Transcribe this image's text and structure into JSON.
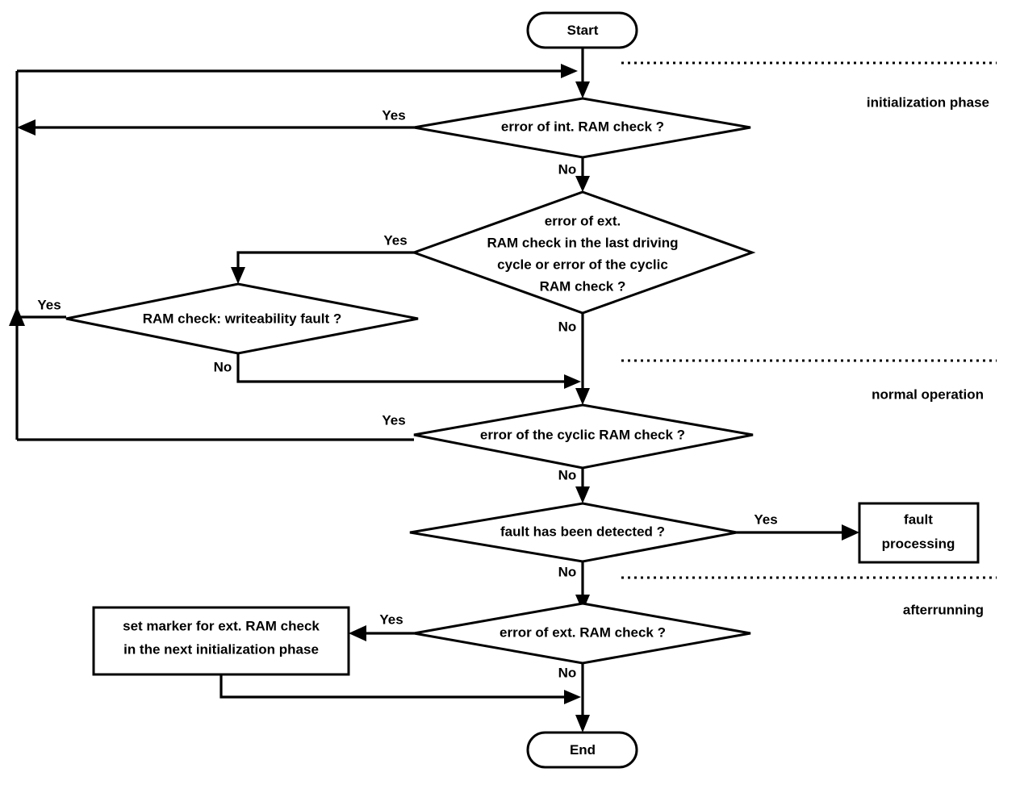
{
  "diagram": {
    "title": "RAM check flowchart",
    "colors": {
      "stroke": "#000000",
      "fill": "#ffffff",
      "text": "#000000"
    },
    "nodes": {
      "start": {
        "label": "Start",
        "type": "terminator"
      },
      "end": {
        "label": "End",
        "type": "terminator"
      },
      "d_int_ram": {
        "label": "error of int. RAM check ?",
        "type": "decision"
      },
      "d_ext_ram_last": {
        "type": "decision",
        "line1": "error of ext.",
        "line2": "RAM check in the last driving",
        "line3": "cycle or error of the cyclic",
        "line4": "RAM check ?"
      },
      "d_writeability": {
        "label": "RAM check: writeability fault ?",
        "type": "decision"
      },
      "d_cyclic_ram": {
        "label": "error of the cyclic RAM check ?",
        "type": "decision"
      },
      "d_fault_detected": {
        "label": "fault has been detected ?",
        "type": "decision"
      },
      "d_ext_ram": {
        "label": "error of ext. RAM check ?",
        "type": "decision"
      },
      "p_fault_processing": {
        "type": "process",
        "line1": "fault",
        "line2": "processing"
      },
      "p_set_marker": {
        "type": "process",
        "line1": "set marker for ext. RAM check",
        "line2": "in the next  initialization phase"
      }
    },
    "branch_labels": {
      "int_ram_yes": "Yes",
      "int_ram_no": "No",
      "ext_ram_last_yes": "Yes",
      "ext_ram_last_no": "No",
      "writeability_yes": "Yes",
      "writeability_no": "No",
      "cyclic_ram_yes": "Yes",
      "cyclic_ram_no": "No",
      "fault_detected_yes": "Yes",
      "fault_detected_no": "No",
      "ext_ram_yes": "Yes",
      "ext_ram_no": "No"
    },
    "phases": [
      {
        "label": "initialization phase"
      },
      {
        "label": "normal operation"
      },
      {
        "label": "afterrunning"
      }
    ]
  }
}
